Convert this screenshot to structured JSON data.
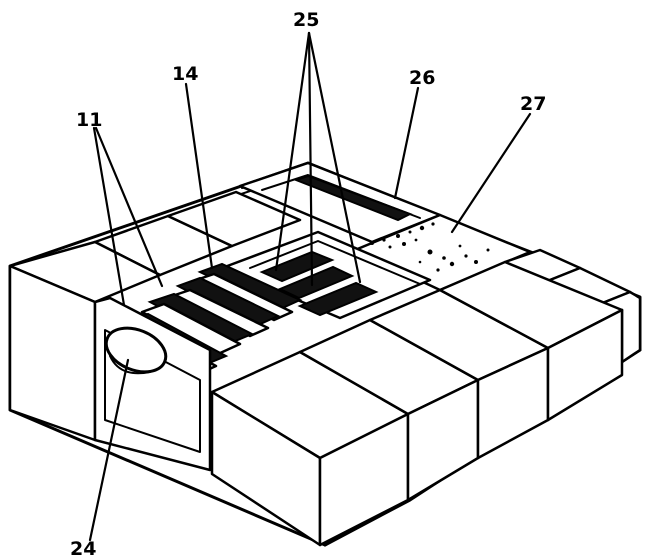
{
  "labels": {
    "l11": "11",
    "l14": "14",
    "l25": "25",
    "l26": "26",
    "l27": "27",
    "l24": "24"
  }
}
